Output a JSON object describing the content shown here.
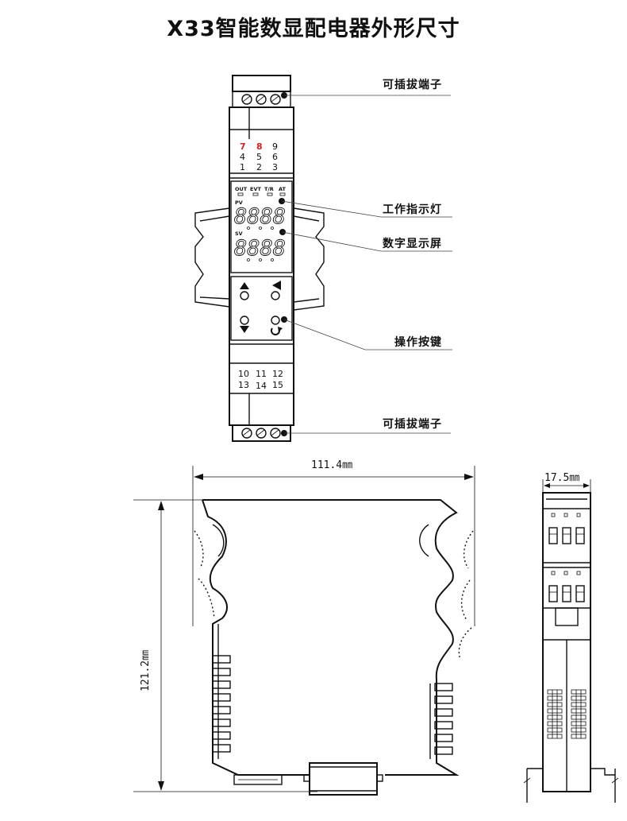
{
  "title": "X33智能数显配电器外形尺寸",
  "callouts": {
    "plug_terminal_top": "可插拔端子",
    "work_indicator": "工作指示灯",
    "digital_display": "数字显示屏",
    "operation_keys": "操作按键",
    "plug_terminal_bottom": "可插拔端子"
  },
  "terminals_top": {
    "row1": [
      "7",
      "8",
      "9"
    ],
    "row2": [
      "4",
      "5",
      "6"
    ],
    "row3": [
      "1",
      "2",
      "3"
    ]
  },
  "terminals_bottom": {
    "row1": [
      "10",
      "11",
      "12"
    ],
    "row2": [
      "13",
      "14",
      "15"
    ]
  },
  "indicators": [
    "OUT",
    "EVT",
    "T/R",
    "AT"
  ],
  "display_rows": [
    "PV",
    "SV"
  ],
  "display_digits": "8888",
  "dimensions": {
    "width": "111.4㎜",
    "height": "121.2㎜",
    "depth": "17.5㎜"
  },
  "colors": {
    "red_terminal": "#d42020",
    "line": "#111111"
  }
}
